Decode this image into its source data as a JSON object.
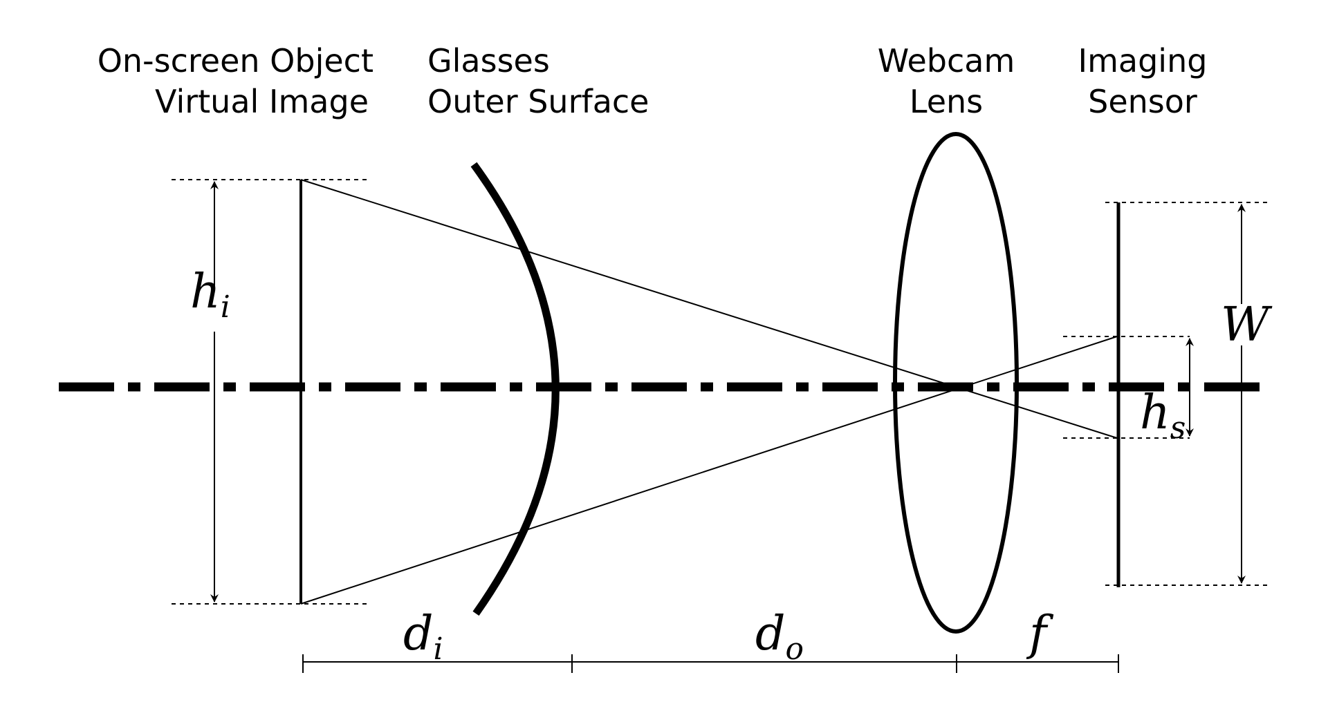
{
  "labels": {
    "object_line1": "On-screen Object",
    "object_line2": "Virtual Image",
    "glasses_line1": "Glasses",
    "glasses_line2": "Outer Surface",
    "webcam_line1": "Webcam",
    "webcam_line2": "Lens",
    "sensor_line1": "Imaging",
    "sensor_line2": "Sensor"
  },
  "symbols": {
    "h_i": {
      "base": "h",
      "sub": "i"
    },
    "W": {
      "base": "W"
    },
    "h_s": {
      "base": "h",
      "sub": "s"
    },
    "d_i": {
      "base": "d",
      "sub": "i"
    },
    "d_o": {
      "base": "d",
      "sub": "o"
    },
    "f": {
      "base": "f"
    }
  },
  "colors": {
    "ink": "#000000",
    "background": "#ffffff"
  }
}
